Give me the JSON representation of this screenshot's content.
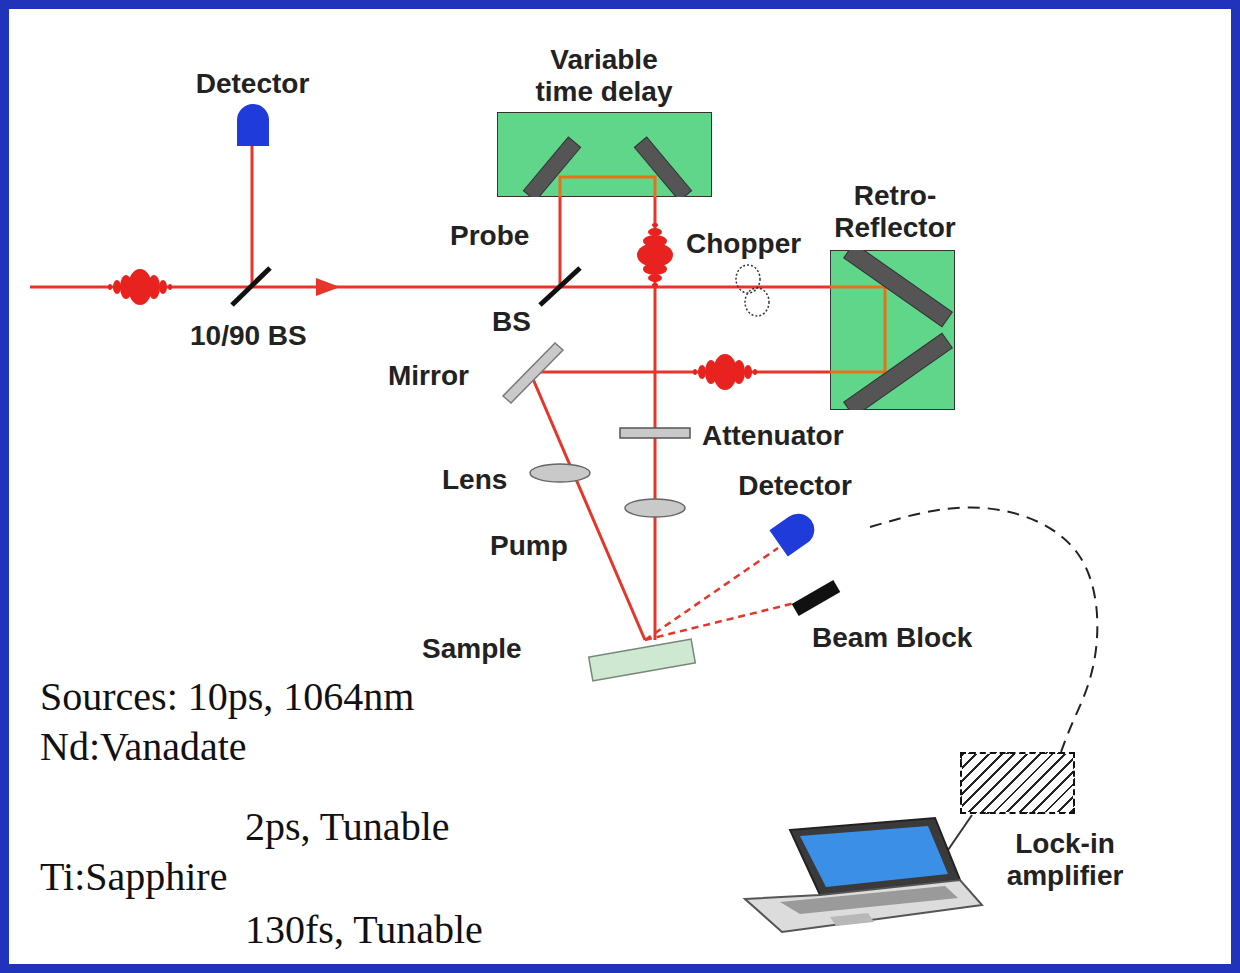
{
  "diagram": {
    "nodes": [
      {
        "text": [
          "Variable time delay"
        ]
      },
      {
        "text": [
          "Retro-Reflector"
        ]
      },
      {
        "text": [
          "Detector"
        ]
      },
      {
        "text": [
          "Detector"
        ]
      },
      {
        "text": [
          "Lock-in amplifier"
        ]
      }
    ],
    "edges": [
      {
        "from": 3,
        "to": 4,
        "arrow": "none"
      }
    ],
    "labels": [
      "Probe",
      "Chopper",
      "10/90 BS",
      "BS",
      "Mirror",
      "Attenuator",
      "Lens",
      "Pump",
      "Beam Block",
      "Sample",
      "Sources: 10ps, 1064nm Nd:Vanadate",
      "2ps, Tunable Ti:Sapphire",
      "130fs, Tunable"
    ]
  }
}
